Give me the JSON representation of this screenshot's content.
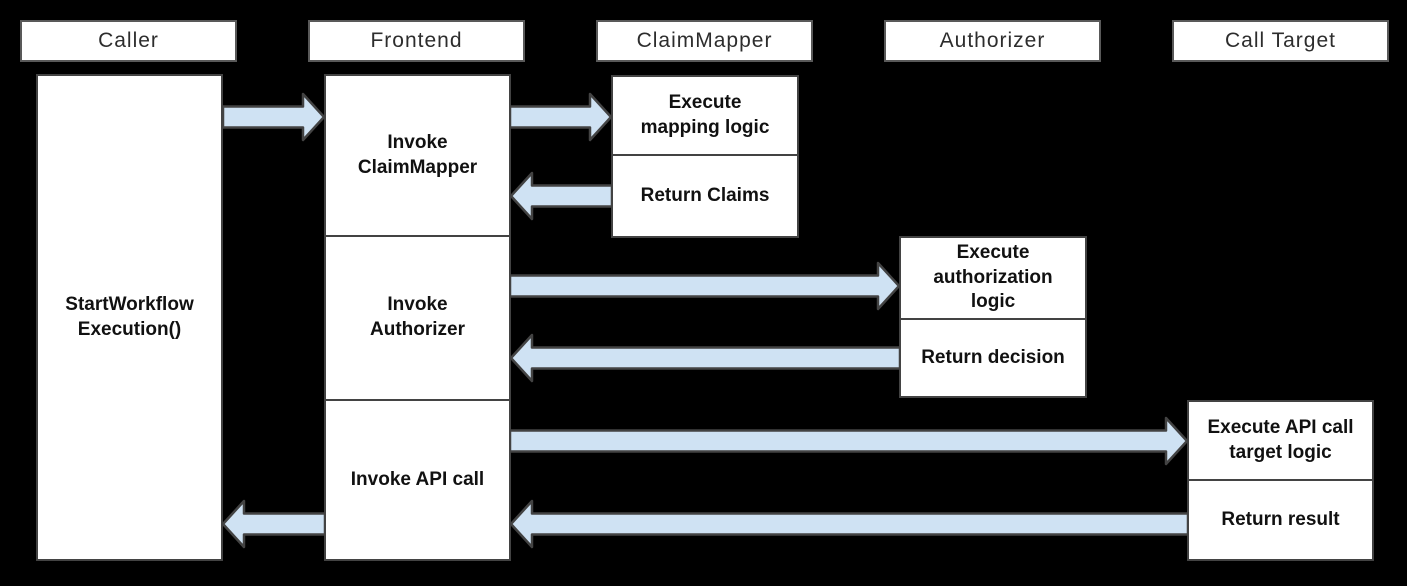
{
  "colors": {
    "background": "#000000",
    "box_fill": "#ffffff",
    "box_border": "#434343",
    "header_border": "#595959",
    "arrow_fill": "#cfe2f3",
    "arrow_stroke": "#434343",
    "text": "#111111"
  },
  "lifelines": [
    {
      "id": "caller",
      "label": "Caller"
    },
    {
      "id": "frontend",
      "label": "Frontend"
    },
    {
      "id": "claimmapper",
      "label": "ClaimMapper"
    },
    {
      "id": "authorizer",
      "label": "Authorizer"
    },
    {
      "id": "calltarget",
      "label": "Call Target"
    }
  ],
  "steps": {
    "caller": [
      "StartWorkflow\nExecution()"
    ],
    "frontend": [
      "Invoke\nClaimMapper",
      "Invoke\nAuthorizer",
      "Invoke API call"
    ],
    "claimmapper": [
      "Execute\nmapping logic",
      "Return Claims"
    ],
    "authorizer": [
      "Execute\nauthorization\nlogic",
      "Return decision"
    ],
    "calltarget": [
      "Execute API call\ntarget logic",
      "Return result"
    ]
  },
  "arrows": [
    {
      "from": "Caller",
      "to": "Frontend"
    },
    {
      "from": "Frontend",
      "to": "ClaimMapper"
    },
    {
      "from": "ClaimMapper",
      "to": "Frontend"
    },
    {
      "from": "Frontend",
      "to": "Authorizer"
    },
    {
      "from": "Authorizer",
      "to": "Frontend"
    },
    {
      "from": "Frontend",
      "to": "Call Target"
    },
    {
      "from": "Call Target",
      "to": "Frontend"
    },
    {
      "from": "Frontend",
      "to": "Caller"
    }
  ]
}
